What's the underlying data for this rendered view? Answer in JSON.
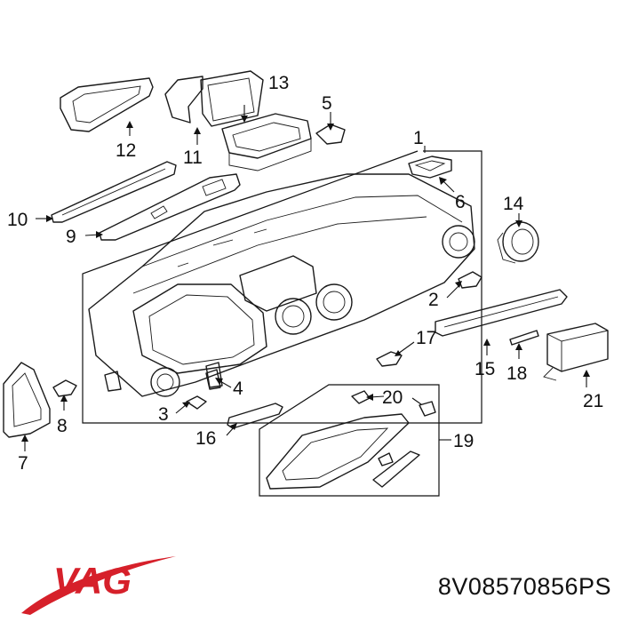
{
  "diagram": {
    "callouts": [
      "1",
      "2",
      "3",
      "4",
      "5",
      "6",
      "7",
      "8",
      "9",
      "10",
      "11",
      "12",
      "13",
      "14",
      "15",
      "16",
      "17",
      "18",
      "19",
      "20",
      "21"
    ]
  },
  "brand": {
    "name": "VAG",
    "color": "#d6202a"
  },
  "part_number": "8V08570856PS"
}
